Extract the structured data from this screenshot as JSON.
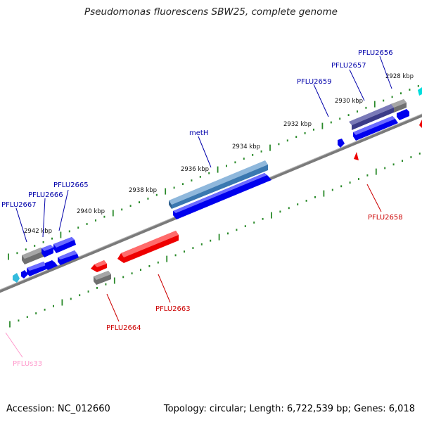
{
  "title": "Pseudomonas fluorescens SBW25, complete genome",
  "footer": {
    "accession": "Accession: NC_012660",
    "stats": "Topology: circular; Length: 6,722,539 bp; Genes: 6,018"
  },
  "colors": {
    "forward_gene": "#0000ee",
    "reverse_gene": "#ee0000",
    "pseudo_gene": "#707070",
    "highlight_gene": "#3a78b0",
    "dark_gene": "#3b3b88",
    "rna_gene": "#ff99cc",
    "backbone": "#808080",
    "tick": "#2a8a2a"
  },
  "scale_labels": [
    "2928 kbp",
    "2930 kbp",
    "2932 kbp",
    "2934 kbp",
    "2936 kbp",
    "2938 kbp",
    "2940 kbp",
    "2942 kbp"
  ],
  "gene_labels": {
    "forward": [
      "PFLU2656",
      "PFLU2657",
      "PFLU2659",
      "metH",
      "PFLU2665",
      "PFLU2666",
      "PFLU2667"
    ],
    "reverse": [
      "PFLU2658",
      "PFLU2663",
      "PFLU2664"
    ],
    "rna": [
      "PFLUs33"
    ]
  }
}
